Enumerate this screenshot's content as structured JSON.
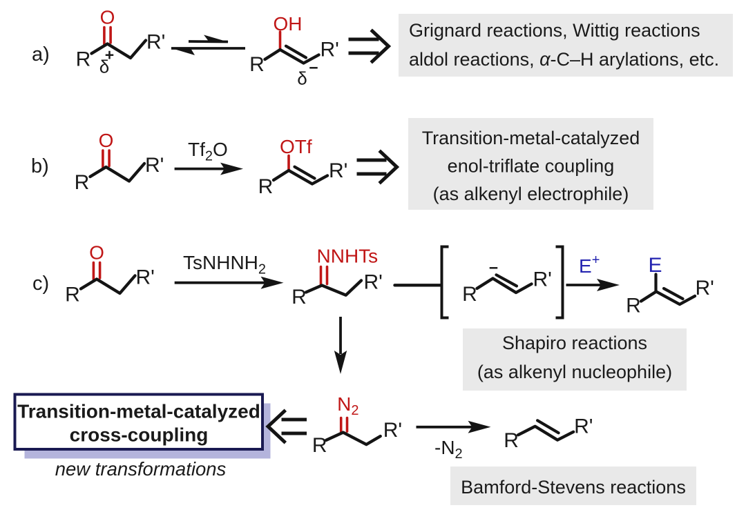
{
  "colors": {
    "background": "#ffffff",
    "text": "#1a1a1a",
    "bond": "#141414",
    "red": "#c01616",
    "blue": "#2323b0",
    "gray_box": "#e9e9e9",
    "navy_border": "#1a1a52",
    "shadow": "#b4b4dc"
  },
  "row_labels": {
    "a": "a)",
    "b": "b)",
    "c": "c)"
  },
  "atoms": {
    "r": "R",
    "r_prime": "R'",
    "o": "O",
    "oh": "OH",
    "otf": "OTf",
    "nnhts": "NNHTs",
    "n": "N",
    "sub2": "2",
    "e": "E",
    "delta": "δ"
  },
  "charges": {
    "plus": "+",
    "minus": "−"
  },
  "reagents": {
    "tf2o": {
      "main": "Tf",
      "sub": "2",
      "tail": "O"
    },
    "ts_hydrazide": {
      "main": "TsNHNH",
      "sub": "2"
    },
    "minus_n2": {
      "main": "-N",
      "sub": "2"
    },
    "e_plus": {
      "main": "E",
      "sup": "+"
    }
  },
  "boxes": {
    "enol_reactions": {
      "line1": "Grignard reactions, Wittig reactions",
      "line2_parts": [
        "aldol reactions, ",
        "α",
        "-C–H arylations, etc."
      ]
    },
    "triflate": {
      "line1": "Transition-metal-catalyzed",
      "line2": "enol-triflate coupling",
      "line3": "(as alkenyl electrophile)"
    },
    "shapiro": {
      "line1": "Shapiro reactions",
      "line2": "(as alkenyl nucleophile)"
    },
    "bamford": {
      "line1": "Bamford-Stevens reactions"
    },
    "highlight": {
      "line1": "Transition-metal-catalyzed",
      "line2": "cross-coupling",
      "caption": "new transformations"
    }
  }
}
